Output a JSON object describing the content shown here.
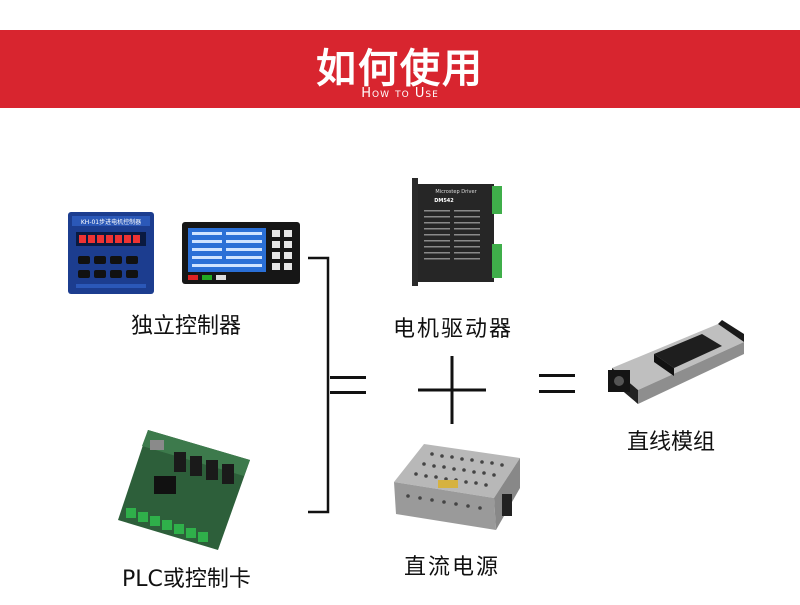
{
  "header": {
    "title": "如何使用",
    "subtitle": "How to Use",
    "color": "#d8252f"
  },
  "left_group": {
    "standalone_controller_label": "独立控制器",
    "plc_label": "PLC或控制卡",
    "controller_screen_text": "KH-01步进电机控制器"
  },
  "middle_group": {
    "driver_label": "电机驱动器",
    "driver_model_text": "Microstep Driver",
    "driver_model_number": "DM542",
    "power_label": "直流电源"
  },
  "right_group": {
    "linear_module_label": "直线模组"
  },
  "operators": {
    "plus": "plus-sign",
    "equals_left": "equals-sign",
    "equals_right": "equals-sign"
  }
}
